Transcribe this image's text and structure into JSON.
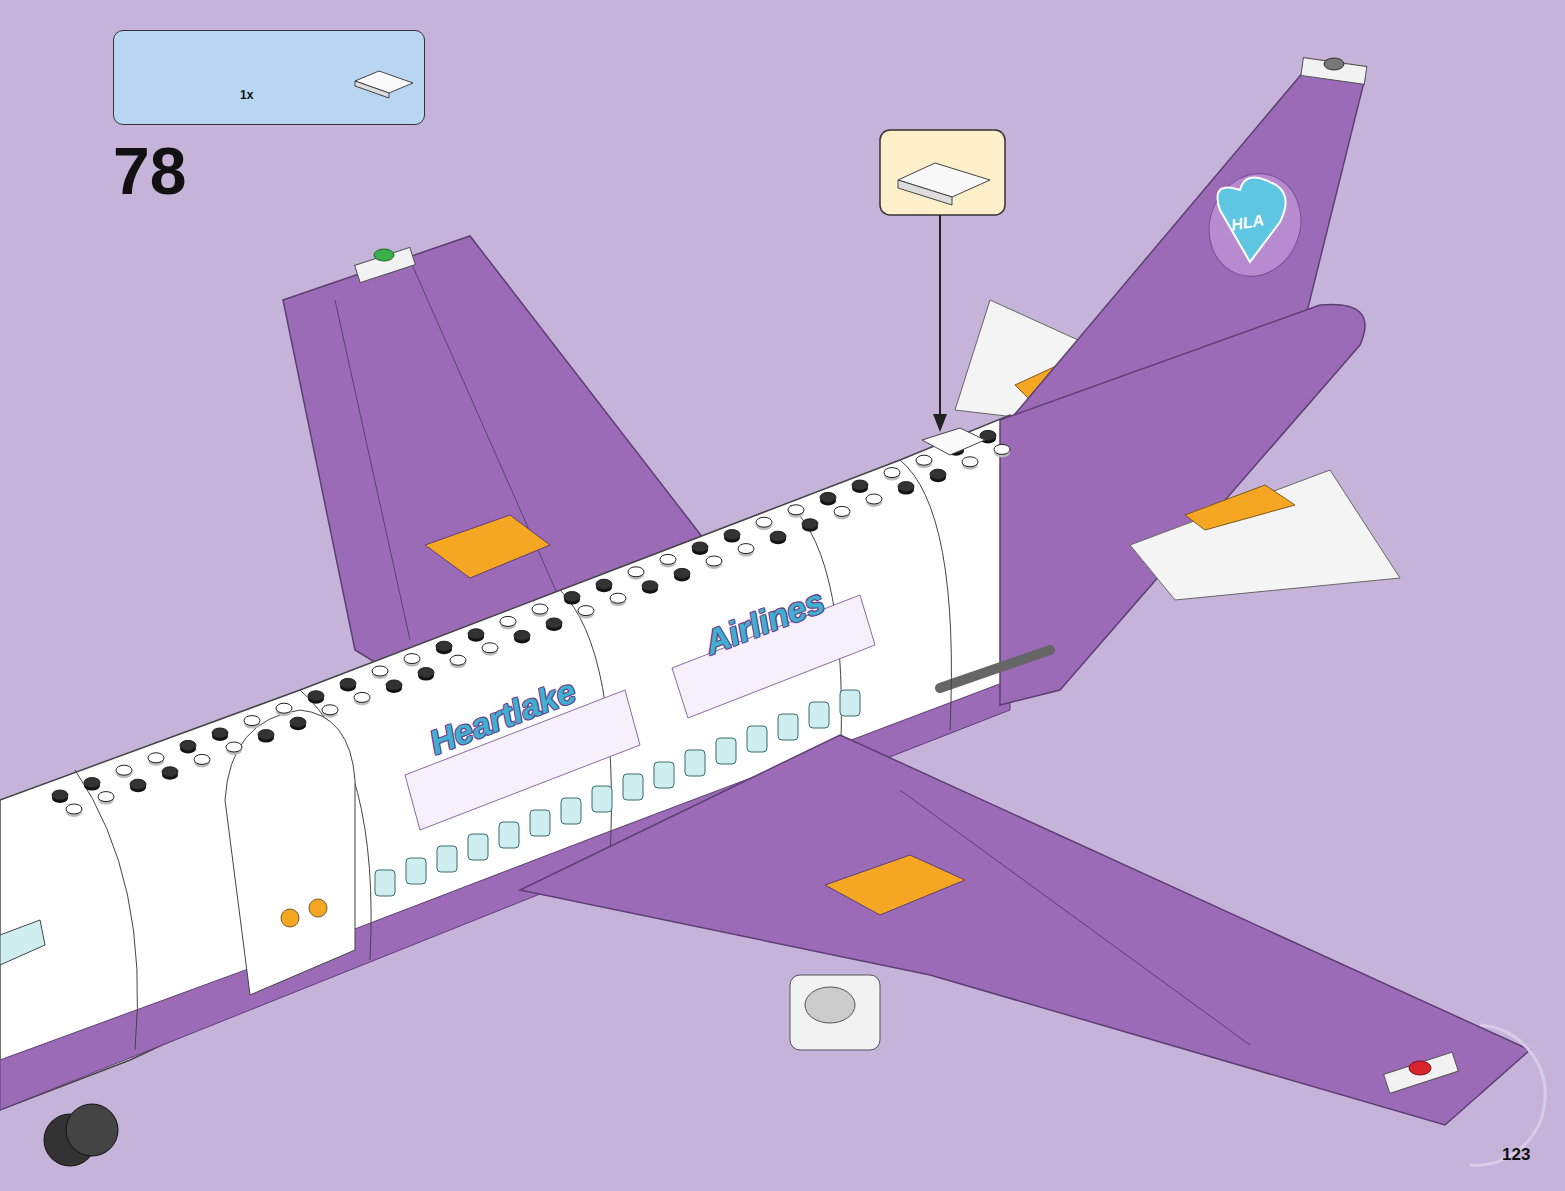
{
  "diagram": {
    "nodes": [
      {
        "text": [
          "1x"
        ]
      }
    ],
    "labels": [
      "78",
      "Heartlake",
      "Airlines",
      "HLA",
      "123"
    ]
  }
}
